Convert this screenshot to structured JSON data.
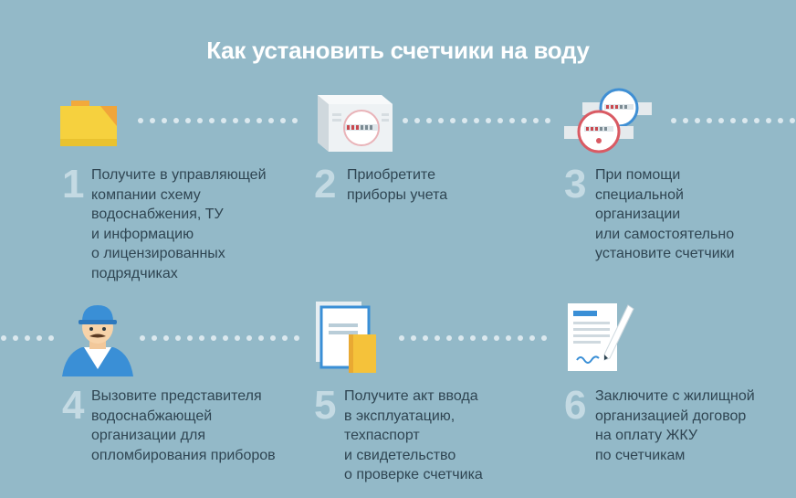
{
  "title": "Как установить счетчики на воду",
  "steps": [
    {
      "num": "1",
      "text": "Получите в управляющей\nкомпании схему\nводоснабжения, ТУ\nи информацию\nо лицензированных\nподрядчиках",
      "icon": "folder-icon"
    },
    {
      "num": "2",
      "text": "Приобретите\nприборы учета",
      "icon": "meter-box-icon"
    },
    {
      "num": "3",
      "text": "При помощи\nспециальной\nорганизации\nили самостоятельно\nустановите счетчики",
      "icon": "water-meters-icon"
    },
    {
      "num": "4",
      "text": "Вызовите представителя\nводоснабжающей\nорганизации для\nопломбирования приборов",
      "icon": "worker-icon"
    },
    {
      "num": "5",
      "text": "Получите акт ввода\nв эксплуатацию,\nтехпаспорт\nи свидетельство\nо проверке  счетчика",
      "icon": "documents-icon"
    },
    {
      "num": "6",
      "text": "Заключите с жилищной\nорганизацией договор\nна оплату ЖКУ\nпо счетчикам",
      "icon": "signed-contract-icon"
    }
  ],
  "colors": {
    "background": "#93b9c8",
    "number": "#c4dae3",
    "text": "#2f4552",
    "folder": "#f6d13e",
    "worker_blue": "#3a8fd6"
  }
}
